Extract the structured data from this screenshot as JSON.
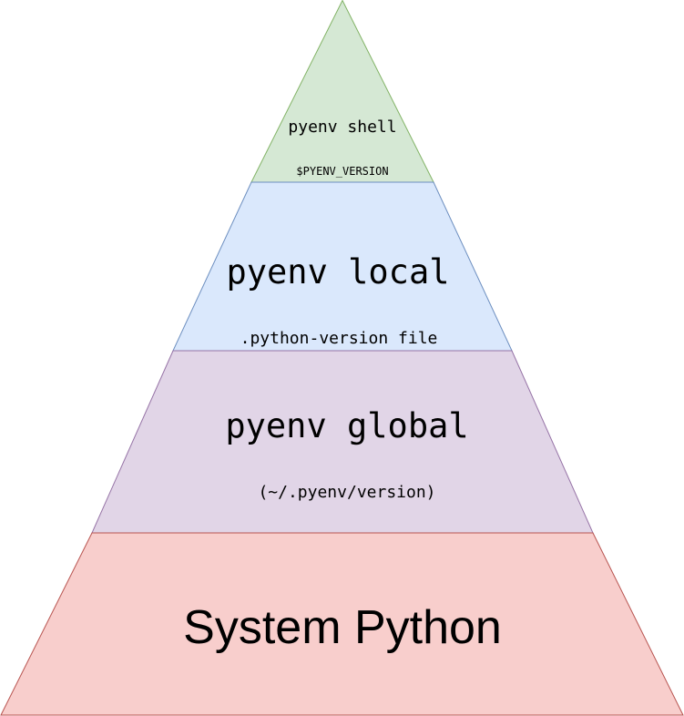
{
  "layers": [
    {
      "id": "shell",
      "title": "pyenv shell",
      "subtitle": "$PYENV_VERSION",
      "fill": "#d5e8d4",
      "stroke": "#82b366"
    },
    {
      "id": "local",
      "title": "pyenv local",
      "subtitle": ".python-version file",
      "fill": "#dae8fc",
      "stroke": "#6c8ebf"
    },
    {
      "id": "global",
      "title": "pyenv global",
      "subtitle": "(~/.pyenv/version)",
      "fill": "#e1d5e7",
      "stroke": "#9673a6"
    },
    {
      "id": "system",
      "title": "System Python",
      "fill": "#f8cecc",
      "stroke": "#b85450"
    }
  ]
}
